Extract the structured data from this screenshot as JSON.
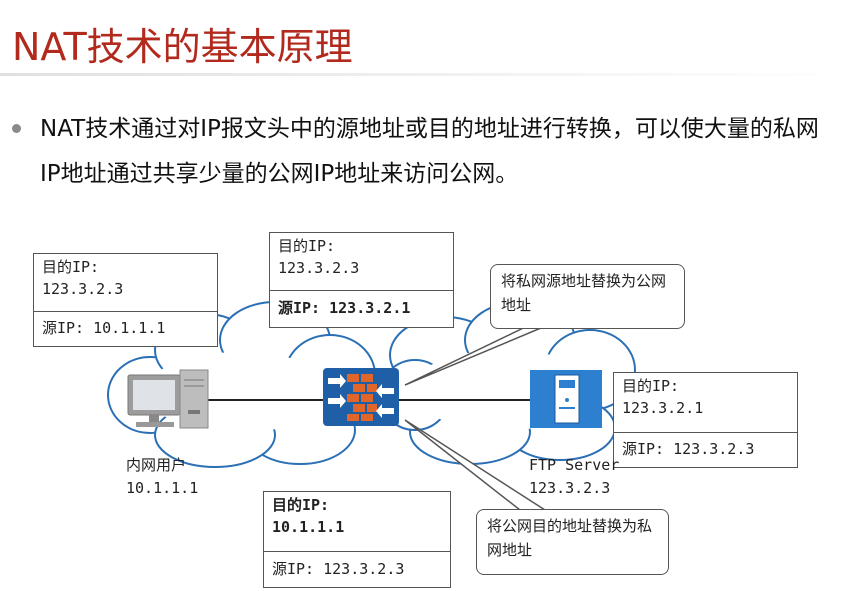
{
  "title": "NAT技术的基本原理",
  "bullet": "NAT技术通过对IP报文头中的源地址或目的地址进行转换，可以使大量的私网IP地址通过共享少量的公网IP地址来访问公网。",
  "boxes": {
    "client_packet": {
      "dst_label": "目的IP:",
      "dst_value": "123.3.2.3",
      "src": "源IP: 10.1.1.1"
    },
    "translated_packet": {
      "dst_label": "目的IP:",
      "dst_value": "123.3.2.3",
      "src": "源IP: 123.3.2.1"
    },
    "server_reply": {
      "dst_label": "目的IP:",
      "dst_value": "123.3.2.1",
      "src": "源IP: 123.3.2.3"
    },
    "restored_reply": {
      "dst_label": "目的IP:",
      "dst_value": "10.1.1.1",
      "src": "源IP: 123.3.2.3"
    }
  },
  "callouts": {
    "src_nat": "将私网源地址替换为公网地址",
    "dst_nat": "将公网目的地址替换为私网地址"
  },
  "devices": {
    "client": {
      "name": "内网用户",
      "ip": "10.1.1.1"
    },
    "server": {
      "name": "FTP Server",
      "ip": "123.3.2.3"
    }
  },
  "colors": {
    "title": "#b22a1e",
    "cloud_stroke": "#2b6fb5",
    "firewall_blue": "#1f5fa8",
    "firewall_orange": "#e0662a",
    "server_blue": "#2d7fd0"
  }
}
